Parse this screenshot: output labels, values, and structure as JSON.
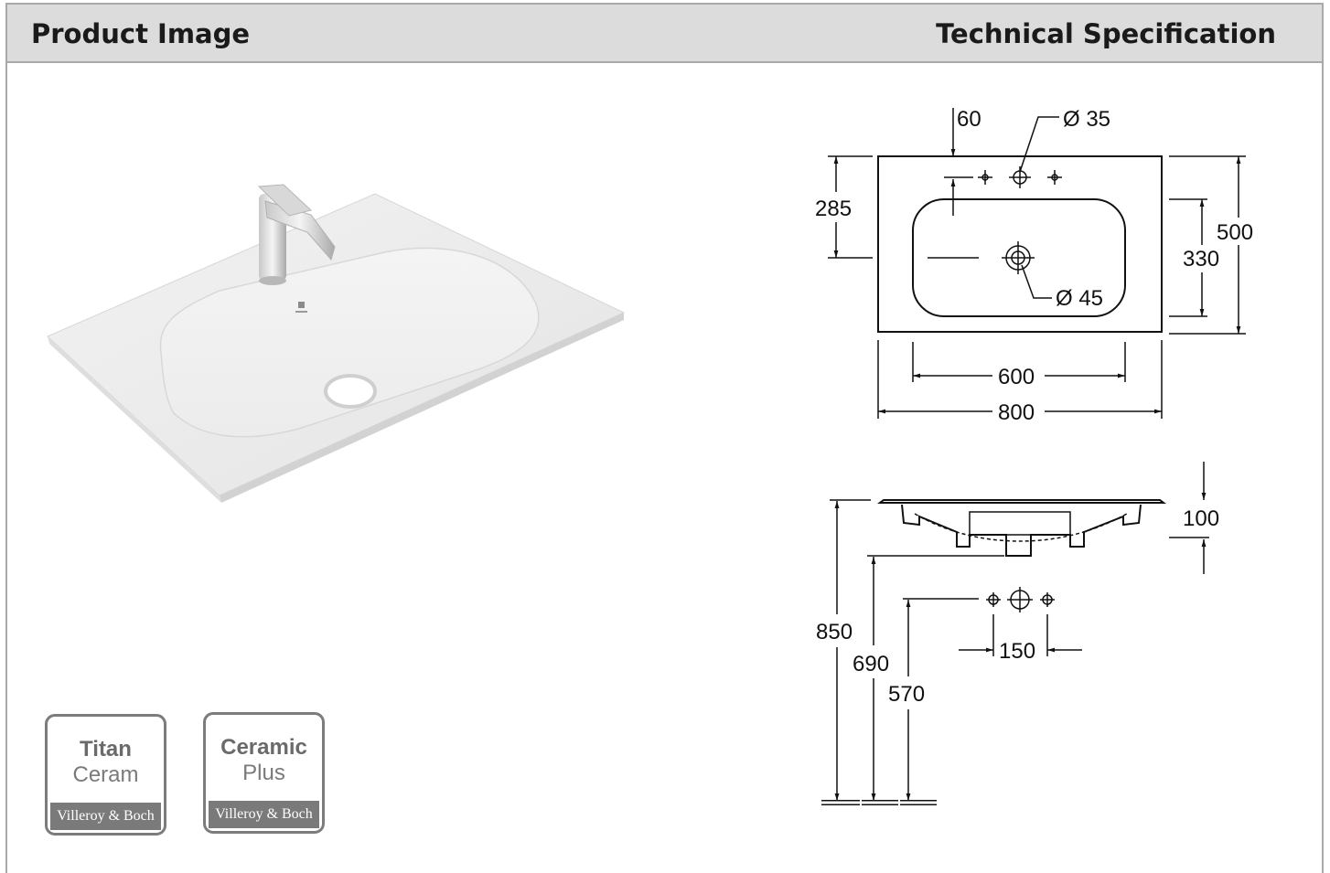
{
  "header": {
    "left_title": "Product Image",
    "right_title": "Technical Specification"
  },
  "badges": [
    {
      "line1": "Titan",
      "line2": "Ceram",
      "brand": "Villeroy & Boch"
    },
    {
      "line1": "Ceramic",
      "line2": "Plus",
      "brand": "Villeroy & Boch"
    }
  ],
  "top_view": {
    "dim_60": "60",
    "dim_dia35": "Ø 35",
    "dim_285": "285",
    "dim_500": "500",
    "dim_330": "330",
    "dim_dia45": "Ø 45",
    "dim_600": "600",
    "dim_800": "800"
  },
  "side_view": {
    "dim_100": "100",
    "dim_850": "850",
    "dim_690": "690",
    "dim_570": "570",
    "dim_150": "150"
  },
  "colors": {
    "header_bg": "#dcdcdc",
    "border": "#a9a9a9",
    "badge_gray": "#7a7a7a"
  }
}
